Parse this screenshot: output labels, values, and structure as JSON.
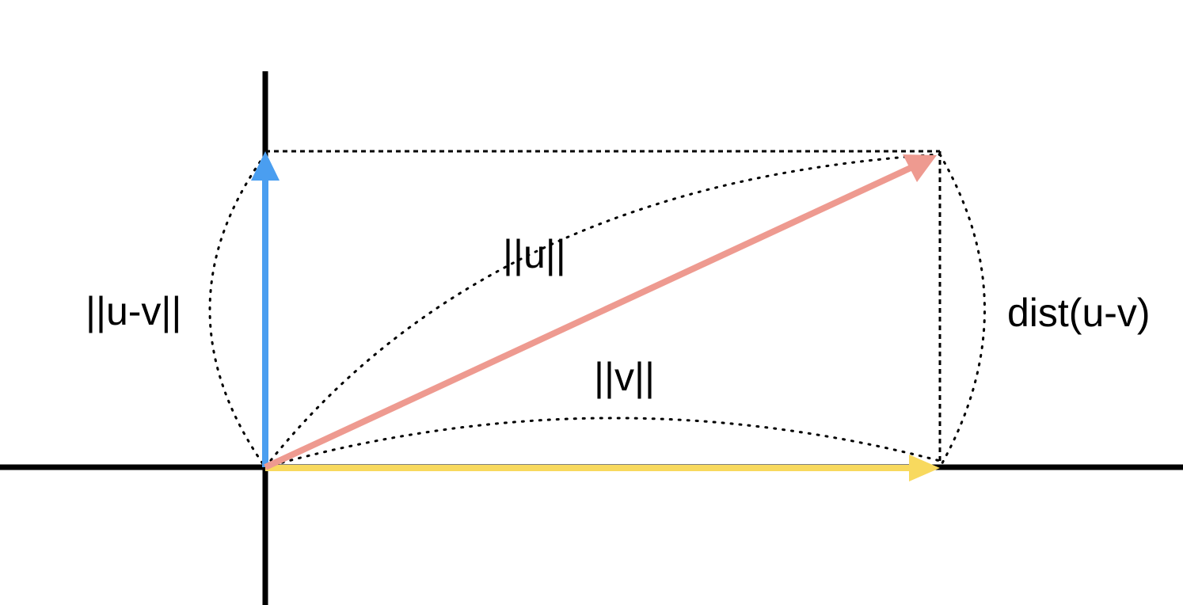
{
  "labels": {
    "u_norm": "||u||",
    "v_norm": "||v||",
    "u_minus_v_norm": "||u-v||",
    "distance": "dist(u-v)"
  },
  "colors": {
    "axes": "#000000",
    "vector_u": "#EE9A90",
    "vector_v": "#F8D95E",
    "vector_u_minus_v": "#4A9EF0",
    "dotted_lines": "#000000",
    "background": "#FFFFFF"
  },
  "vectors": [
    {
      "name": "u",
      "color_key": "vector_u",
      "icon": "diagonal-arrow"
    },
    {
      "name": "v",
      "color_key": "vector_v",
      "icon": "horizontal-arrow"
    },
    {
      "name": "u-v",
      "color_key": "vector_u_minus_v",
      "icon": "vertical-arrow"
    }
  ]
}
